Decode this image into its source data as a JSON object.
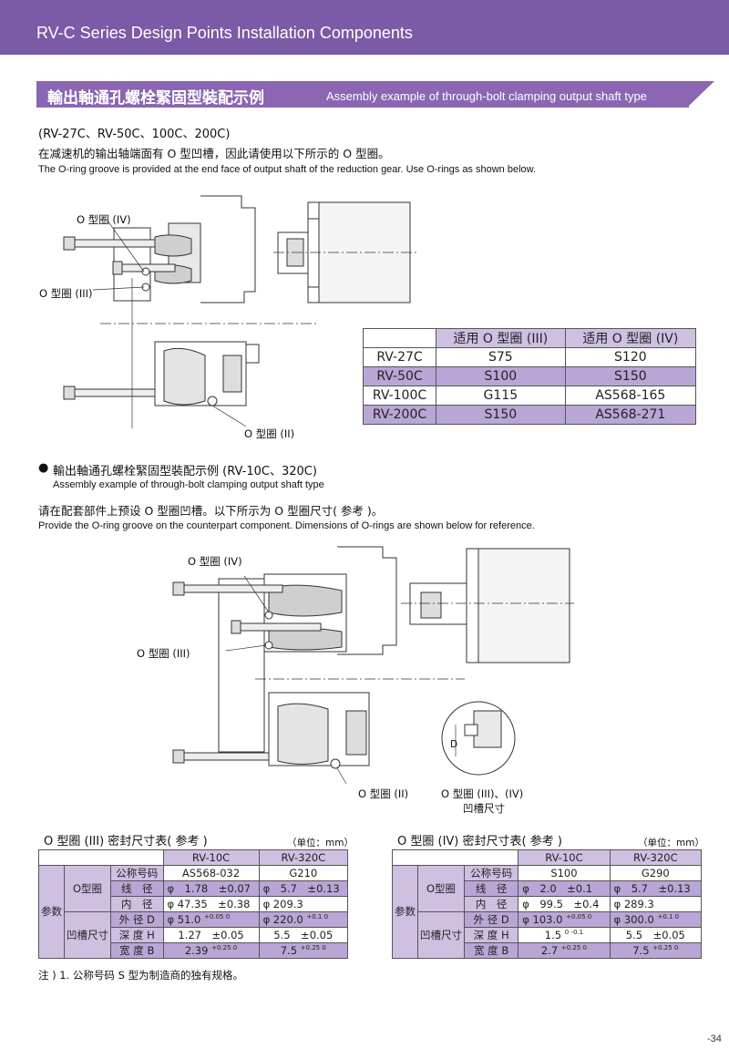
{
  "header": {
    "title": "RV-C Series Design Points Installation Components"
  },
  "section": {
    "title_cn": "輸出軸通孔螺栓緊固型裝配示例",
    "title_en": "Assembly example of through-bolt clamping output shaft type"
  },
  "part1": {
    "models": "(RV-27C、RV-50C、100C、200C)",
    "desc_cn": "在减速机的输出轴端面有 O 型凹槽，因此请使用以下所示的 O 型圈。",
    "desc_en": "The O-ring groove is provided at the end face of output shaft of the reduction gear. Use O-rings as shown below.",
    "labels": {
      "iv": "O 型圈 (IV)",
      "iii": "O 型圈 (III)",
      "ii": "O 型圈 (II)"
    },
    "table": {
      "headers": [
        "",
        "适用 O 型圈 (III)",
        "适用 O 型圈 (IV)"
      ],
      "rows": [
        [
          "RV-27C",
          "S75",
          "S120"
        ],
        [
          "RV-50C",
          "S100",
          "S150"
        ],
        [
          "RV-100C",
          "G115",
          "AS568-165"
        ],
        [
          "RV-200C",
          "S150",
          "AS568-271"
        ]
      ]
    }
  },
  "part2": {
    "bullet": "●",
    "title_cn": "輸出軸通孔螺栓緊固型裝配示例 (RV-10C、320C)",
    "title_en": "Assembly example of through-bolt clamping output shaft type",
    "desc_cn": "请在配套部件上预设 O 型圈凹槽。以下所示为 O 型圈尺寸( 参考 )。",
    "desc_en": "Provide the O-ring groove on the counterpart component. Dimensions of O-rings are shown below for reference.",
    "labels": {
      "iv": "O 型圈 (IV)",
      "iii": "O 型圈 (III)",
      "ii": "O 型圈 (II)",
      "detail_1": "O 型圈 (III)、(IV)",
      "detail_2": "凹槽尺寸",
      "dim_d": "D"
    }
  },
  "table3": {
    "title": "O 型圈 (III) 密封尺寸表( 参考 )",
    "unit": "（单位：mm）",
    "col_headers": [
      "RV-10C",
      "RV-320C"
    ],
    "side_outer": "参数",
    "side_oring": "O型圈",
    "side_groove": "凹槽尺寸",
    "rows": [
      {
        "label": "公称号码",
        "a": "AS568-032",
        "b": "G210"
      },
      {
        "label": "线　径",
        "a": "φ　1.78　±0.07",
        "b": "φ　5.7　±0.13"
      },
      {
        "label": "内　径",
        "a": "φ 47.35　±0.38",
        "b": "φ 209.3"
      },
      {
        "label": "外 径 D",
        "a": "φ 51.0",
        "a_tol": "+0.05 0",
        "b": "φ 220.0",
        "b_tol": "+0.1 0"
      },
      {
        "label": "深 度 H",
        "a": "1.27　±0.05",
        "b": "5.5　±0.05"
      },
      {
        "label": "宽 度 B",
        "a": "2.39",
        "a_tol": "+0.25 0",
        "b": "7.5",
        "b_tol": "+0.25 0"
      }
    ]
  },
  "table4": {
    "title": "O 型圈 (IV) 密封尺寸表( 参考 )",
    "unit": "（单位：mm）",
    "col_headers": [
      "RV-10C",
      "RV-320C"
    ],
    "side_outer": "参数",
    "side_oring": "O型圈",
    "side_groove": "凹槽尺寸",
    "rows": [
      {
        "label": "公称号码",
        "a": "S100",
        "b": "G290"
      },
      {
        "label": "线　径",
        "a": "φ　2.0　±0.1",
        "b": "φ　5.7　±0.13"
      },
      {
        "label": "内　径",
        "a": "φ　99.5　±0.4",
        "b": "φ 289.3"
      },
      {
        "label": "外 径 D",
        "a": "φ 103.0",
        "a_tol": "+0.05 0",
        "b": "φ 300.0",
        "b_tol": "+0.1 0"
      },
      {
        "label": "深 度 H",
        "a": "1.5",
        "a_tol": "0 -0.1",
        "b": "5.5　±0.05"
      },
      {
        "label": "宽 度 B",
        "a": "2.7",
        "a_tol": "+0.25 0",
        "b": "7.5",
        "b_tol": "+0.25 0"
      }
    ]
  },
  "note": "注 ) 1. 公称号码 S 型为制造商的独有规格。",
  "page_number": "-34"
}
